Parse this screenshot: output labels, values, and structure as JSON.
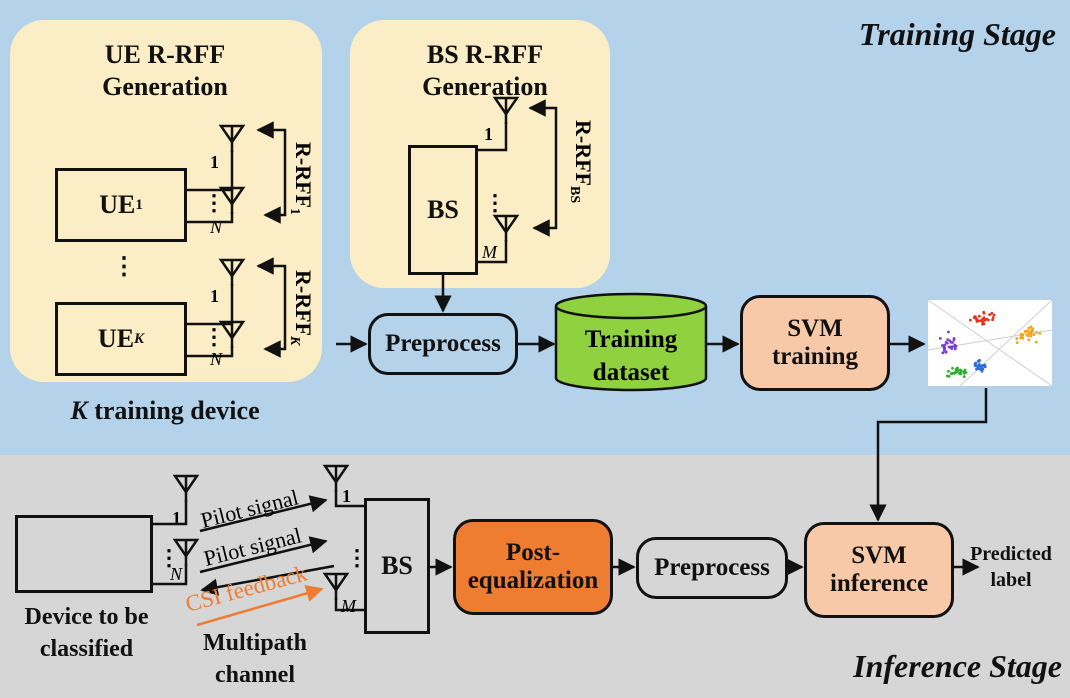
{
  "stages": {
    "training": "Training Stage",
    "inference": "Inference Stage"
  },
  "ue_panel": {
    "title_line1": "UE R-RFF",
    "title_line2": "Generation",
    "ue1": "UE",
    "ue1_sub": "1",
    "ueK": "UE",
    "ueK_sub": "K",
    "rrff1": "R-RFF",
    "rrff1_sub": "1",
    "rrffK": "R-RFF",
    "rrffK_sub": "K",
    "ant_first": "1",
    "ant_last": "N",
    "caption_italic": "K",
    "caption_rest": " training device"
  },
  "bs_panel": {
    "title_line1": "BS R-RFF",
    "title_line2": "Generation",
    "bs": "BS",
    "rrff": "R-RFF",
    "rrff_sub": "BS",
    "ant_first": "1",
    "ant_last": "M"
  },
  "training_flow": {
    "preprocess": "Preprocess",
    "dataset_line1": "Training",
    "dataset_line2": "dataset",
    "svm_line1": "SVM",
    "svm_line2": "training"
  },
  "inference_flow": {
    "device_caption_line1": "Device to be",
    "device_caption_line2": "classified",
    "ant_first": "1",
    "ant_last": "N",
    "pilot1": "Pilot signal",
    "pilot2": "Pilot signal",
    "csi": "CSI feedback",
    "channel_line1": "Multipath",
    "channel_line2": "channel",
    "bs": "BS",
    "bs_ant_first": "1",
    "bs_ant_last": "M",
    "post_line1": "Post-",
    "post_line2": "equalization",
    "preprocess": "Preprocess",
    "svm_line1": "SVM",
    "svm_line2": "inference",
    "pred_line1": "Predicted",
    "pred_line2": "label"
  },
  "colors": {
    "training_bg": "#b4d2ea",
    "inference_bg": "#d6d6d6",
    "panel": "#fbedc6",
    "dataset_green": "#8fd13f",
    "svm_peach": "#f8c9a8",
    "post_orange": "#ee7d31",
    "csi_orange": "#ee7d31",
    "cluster_red": "#e8321e",
    "cluster_orange": "#f5a316",
    "cluster_purple": "#7b3bd1",
    "cluster_green": "#2fae2f",
    "cluster_blue": "#2f6ed8"
  }
}
